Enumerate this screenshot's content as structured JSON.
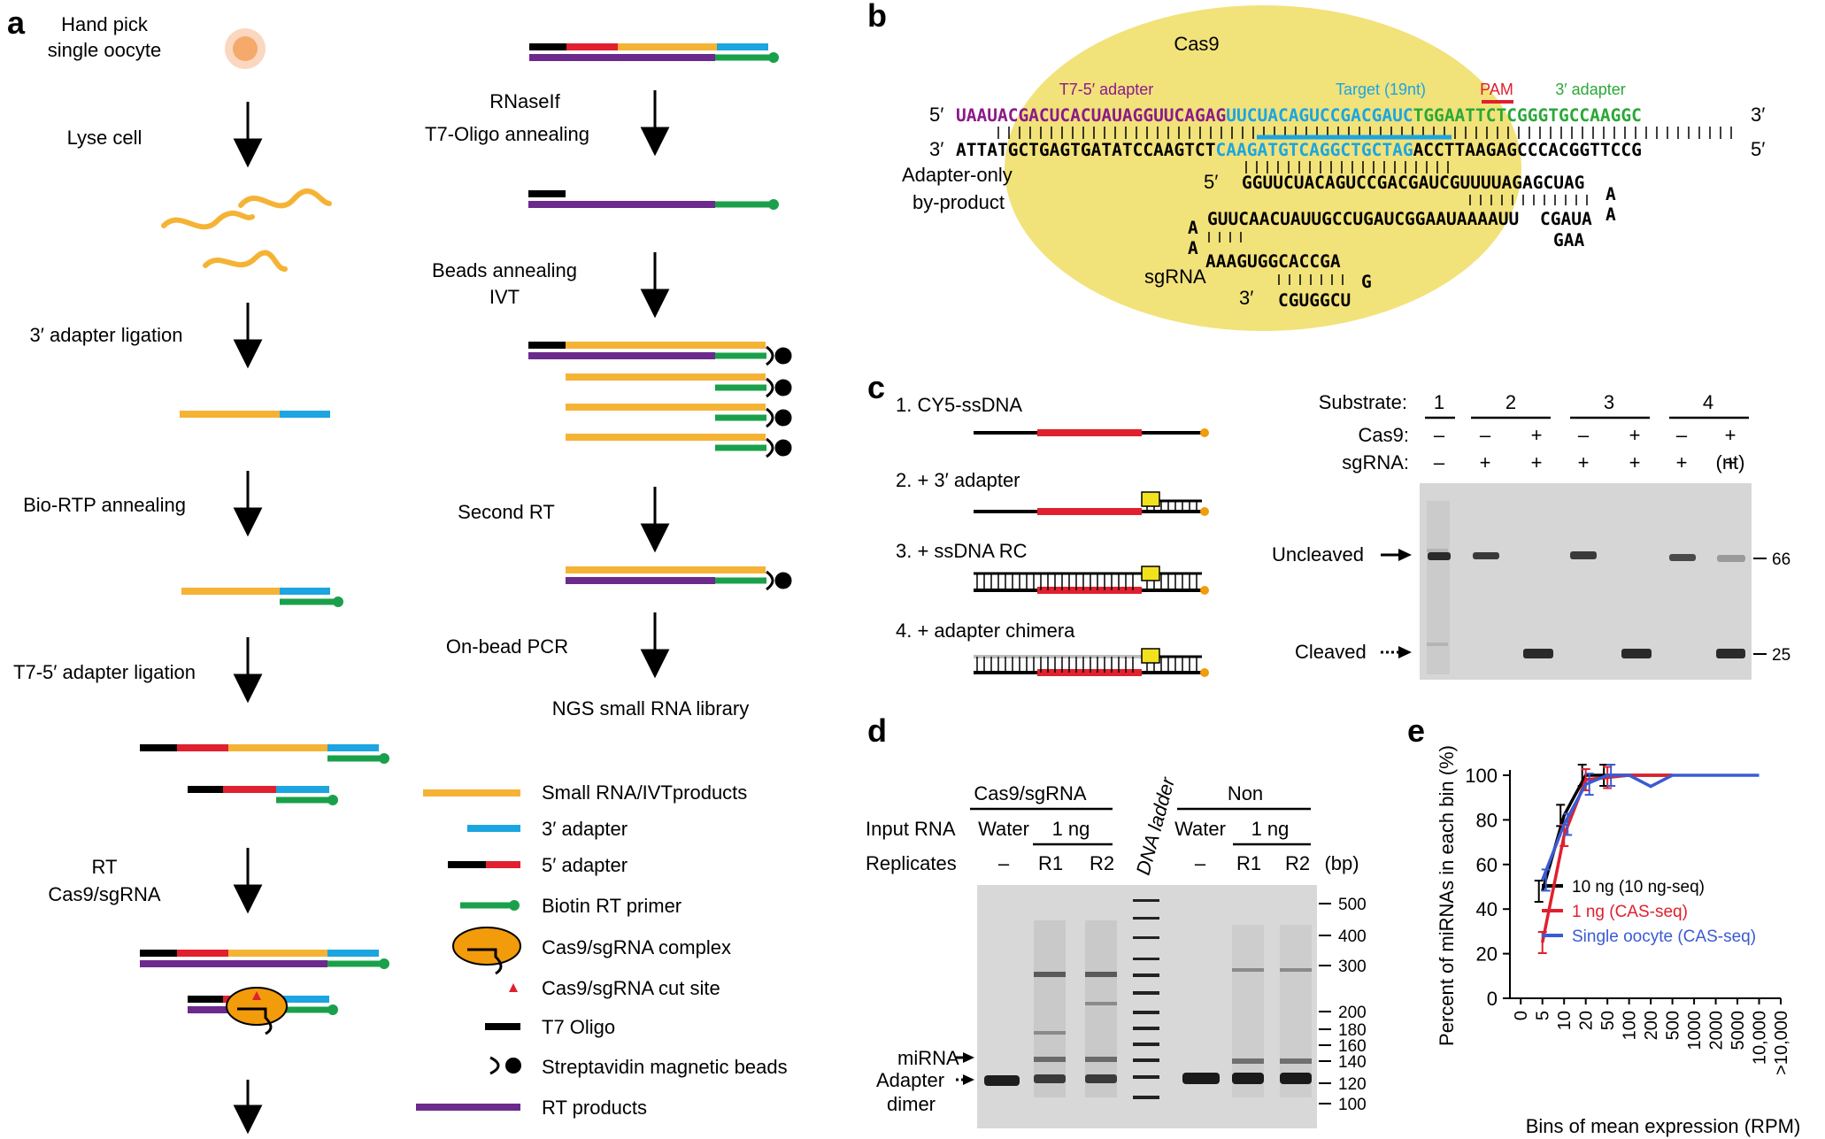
{
  "panels": {
    "a": "a",
    "b": "b",
    "c": "c",
    "d": "d",
    "e": "e"
  },
  "a": {
    "steps_left": [
      "Hand pick",
      "single oocyte",
      "Lyse cell",
      "3′ adapter ligation",
      "Bio-RTP annealing",
      "T7-5′ adapter ligation",
      "RT",
      "Cas9/sgRNA"
    ],
    "steps_right": [
      "RNaseIf",
      "T7-Oligo annealing",
      "Beads annealing",
      "IVT",
      "Second RT",
      "On-bead PCR",
      "NGS small RNA library"
    ],
    "legend": [
      "Small RNA/IVTproducts",
      "3′ adapter",
      "5′ adapter",
      "Biotin RT primer",
      "Cas9/sgRNA complex",
      "Cas9/sgRNA cut site",
      "T7 Oligo",
      "Streptavidin magnetic beads",
      "RT products"
    ],
    "colors": {
      "small_rna": "#f5b335",
      "adapter3": "#1ca5e0",
      "adapter5": "#e0202e",
      "biotin": "#1aa04a",
      "t7": "#000000",
      "rt": "#6b2a8c",
      "cas9": "#f29b0b"
    }
  },
  "b": {
    "cas9_label": "Cas9",
    "labels": [
      "T7-5′ adapter",
      "Target (19nt)",
      "PAM",
      "3′ adapter",
      "Adapter-only",
      "by-product",
      "sgRNA"
    ],
    "five": "5′",
    "three": "3′",
    "top_strand": [
      "UAAUA",
      "CGACUCACUAUAGGUUCAGAG",
      "UUCUACAGUCCGACGAUC",
      "TGG",
      "AATTCTCGGGTGCCAAGGC"
    ],
    "bottom_strand": [
      "ATTATGCTGAGTGATATCCAAGTCT",
      "CAAGATGTCAGGCTGCTAG",
      "ACCTTAAGAGCCCACGGTTCCG"
    ],
    "sg1": "GGUUCUACAGUCCGACGAUCGUUUUAGAGCUAG",
    "sg2": "GUUCAACUAUUGCCUGAUCGGAAUAAAAUU",
    "sg3": "AAAGUGGCACCGA",
    "sg4": "CGUGGCU",
    "loop_letters": [
      "A",
      "A",
      "A",
      "A",
      "G"
    ],
    "sg_loop2": [
      "CGAUA",
      "GAA"
    ],
    "colors": {
      "purple": "#8b1a89",
      "blue": "#1ca5e0",
      "red": "#e0202e",
      "green": "#2aa836",
      "ellipse": "#f2e27a"
    }
  },
  "c": {
    "substrates": [
      "1. CY5-ssDNA",
      "2. + 3′ adapter",
      "3. + ssDNA RC",
      "4. + adapter chimera"
    ],
    "header": {
      "substrate": "Substrate:",
      "cas9": "Cas9:",
      "sgrna": "sgRNA:",
      "nt": "(nt)"
    },
    "lanes": [
      "1",
      "2",
      "3",
      "4"
    ],
    "cas9_row": [
      "–",
      "–",
      "+",
      "–",
      "+",
      "–",
      "+"
    ],
    "sgrna_row": [
      "–",
      "+",
      "+",
      "+",
      "+",
      "+",
      "+"
    ],
    "uncleaved": "Uncleaved",
    "cleaved": "Cleaved",
    "sizes": [
      "66",
      "25"
    ]
  },
  "d": {
    "groups": [
      "Cas9/sgRNA",
      "Non"
    ],
    "input_label": "Input RNA",
    "replicates_label": "Replicates",
    "inputs": [
      "Water",
      "1 ng",
      "Water",
      "1 ng"
    ],
    "replicates": [
      "–",
      "R1",
      "R2",
      "–",
      "R1",
      "R2"
    ],
    "ladder_label": "DNA ladder",
    "bp": "(bp)",
    "ladder_sizes": [
      "500",
      "400",
      "300",
      "200",
      "180",
      "160",
      "140",
      "120",
      "100"
    ],
    "mirna": "miRNA",
    "adapter": [
      "Adapter",
      "dimer"
    ]
  },
  "chart_data": {
    "type": "line",
    "xlabel": "Bins of mean expression (RPM)",
    "ylabel": "Percent of miRNAs in each bin (%)",
    "categories": [
      "0",
      "5",
      "10",
      "20",
      "50",
      "100",
      "200",
      "500",
      "1000",
      "2000",
      "5000",
      "10,000",
      ">10,000"
    ],
    "ylim": [
      0,
      100
    ],
    "yticks": [
      0,
      20,
      40,
      60,
      80,
      100
    ],
    "legend_position": "center-right",
    "grid": false,
    "series": [
      {
        "name": "10 ng (10 ng-seq)",
        "color": "#000000",
        "values": [
          null,
          48,
          82,
          100,
          100,
          100,
          100,
          100,
          null,
          null,
          null,
          null,
          null
        ]
      },
      {
        "name": "1 ng (CAS-seq)",
        "color": "#e0202e",
        "values": [
          null,
          25,
          73,
          98,
          99,
          100,
          100,
          100,
          null,
          null,
          null,
          null,
          null
        ]
      },
      {
        "name": "Single oocyte (CAS-seq)",
        "color": "#3a5bd1",
        "values": [
          null,
          53,
          78,
          96,
          100,
          100,
          95,
          100,
          100,
          100,
          100,
          100,
          null
        ]
      }
    ]
  }
}
